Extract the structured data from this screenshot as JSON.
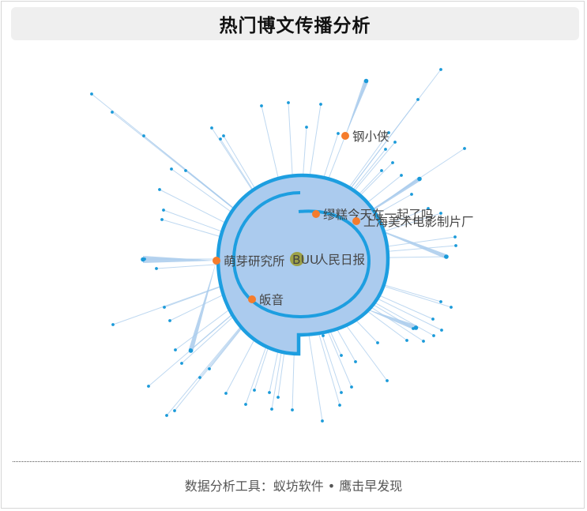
{
  "title": "热门博文传播分析",
  "footer": "数据分析工具：蚁坊软件 • 鹰击早发现",
  "colors": {
    "edge": "#a9cbec",
    "leaf_node": "#1a9ad9",
    "ring_fill": "#abcbee",
    "ring_stroke": "#1d9ee0",
    "key_node": "#f57c2c",
    "center_node": "#9a9a2a"
  },
  "chart_data": {
    "type": "network",
    "center": {
      "label": "BUU"
    },
    "key_nodes": [
      {
        "label": "人民日报"
      },
      {
        "label": "萌芽研究所"
      },
      {
        "label": "缪糕今天在一起了吗"
      },
      {
        "label": "上海美术电影制片厂"
      },
      {
        "label": "钢小侠"
      },
      {
        "label": "皈音"
      }
    ]
  }
}
